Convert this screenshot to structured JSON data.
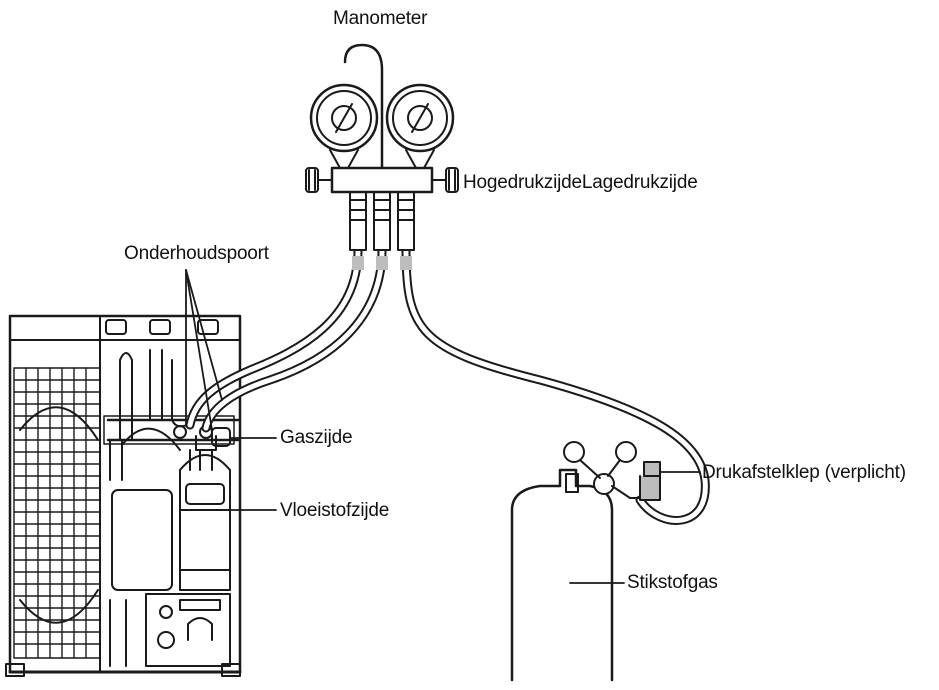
{
  "labels": {
    "manometer": "Manometer",
    "high_low_side": "HogedrukzijdeLagedrukzijde",
    "service_port": "Onderhoudspoort",
    "gas_side": "Gaszijde",
    "liquid_side": "Vloeistofzijde",
    "pressure_regulator": "Drukafstelklep (verplicht)",
    "nitrogen_gas": "Stikstofgas"
  },
  "colors": {
    "line": "#1a1a1a",
    "hose": "#ffffff",
    "shade": "#bdbdbd",
    "background": "#ffffff"
  }
}
